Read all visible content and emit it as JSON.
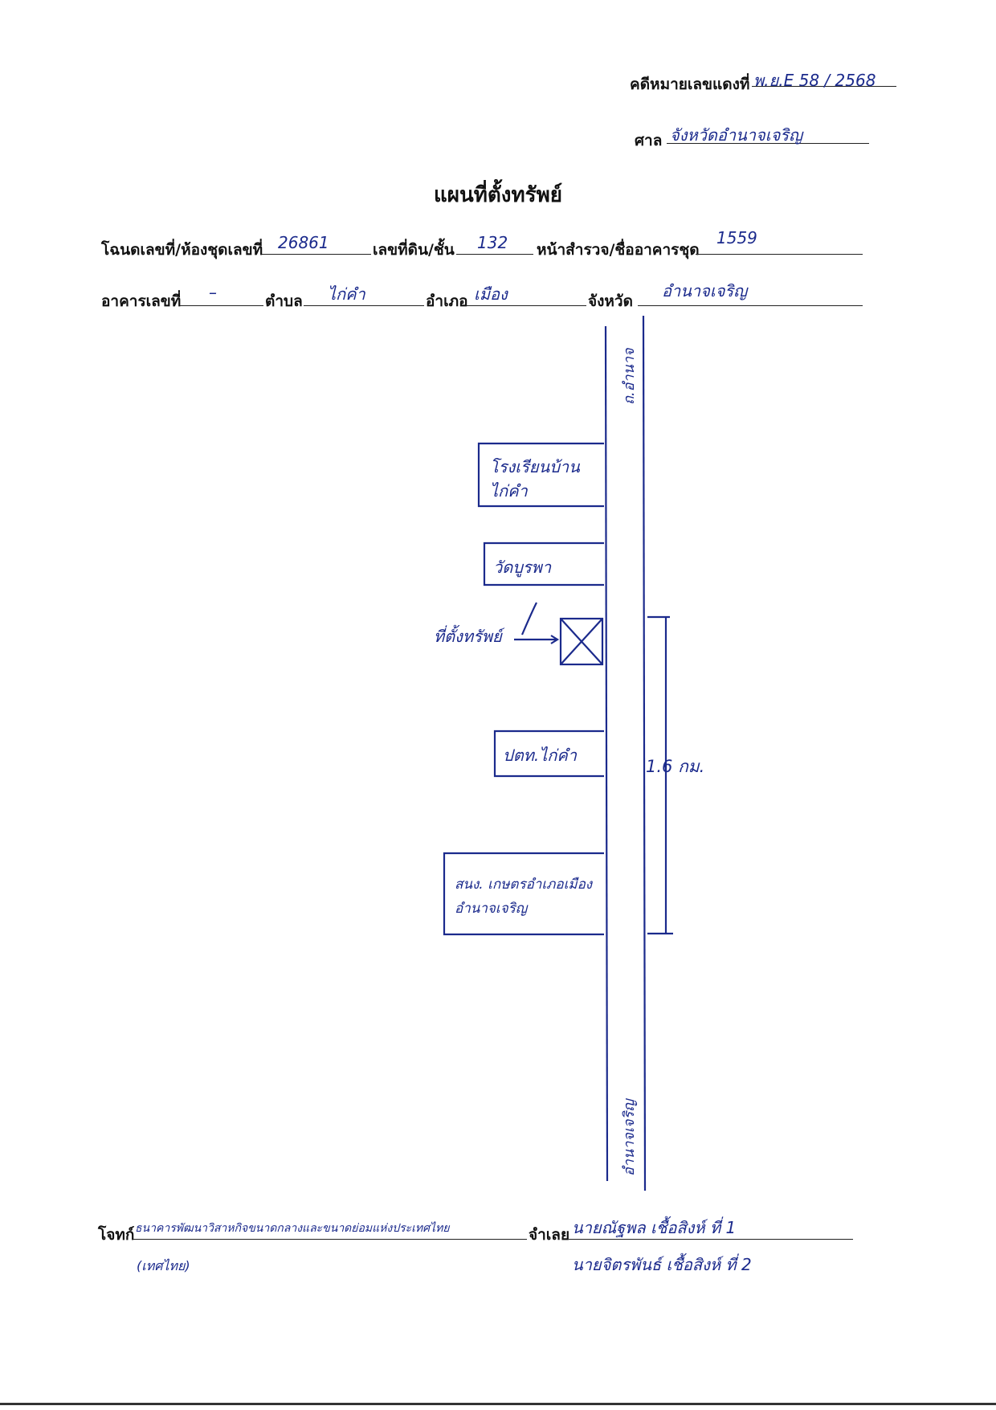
{
  "header": {
    "case_label": "คดีหมายเลขแดงที่",
    "case_number": "พ.ย.E 58 / 2568",
    "court_label": "ศาล",
    "court_name": "จังหวัดอำนาจเจริญ"
  },
  "title": "แผนที่ตั้งทรัพย์",
  "form": {
    "deed_label": "โฉนดเลขที่/ห้องชุดเลขที่",
    "deed_value": "26861",
    "land_no_label": "เลขที่ดิน/ชั้น",
    "land_no_value": "132",
    "survey_page_label": "หน้าสำรวจ/ชื่ออาคารชุด",
    "survey_page_value": "1559",
    "building_no_label": "อาคารเลขที่",
    "building_no_value": "–",
    "subdistrict_label": "ตำบล",
    "subdistrict_value": "ไก่คำ",
    "district_label": "อำเภอ",
    "district_value": "เมือง",
    "province_label": "จังหวัด",
    "province_value": "อำนาจเจริญ"
  },
  "map": {
    "road_top_label": "ถ.อำนาจ",
    "road_bottom_label": "อำนาจเจริญ",
    "landmarks": [
      {
        "name": "โรงเรียนบ้าน ไก่คำ"
      },
      {
        "name": "วัดบูรพา"
      },
      {
        "name": "ปตท.ไก่คำ"
      },
      {
        "name": "สนง. เกษตรอำเภอเมืองอำนาจเจริญ"
      }
    ],
    "property_label": "ที่ตั้งทรัพย์",
    "distance_label": "1.6 กม."
  },
  "footer": {
    "plaintiff_label": "โจทก์",
    "plaintiff_value": "ธนาคารพัฒนาวิสาหกิจขนาดกลางและขนาดย่อมแห่งประเทศไทย",
    "plaintiff_value_cont": "(เทศไทย)",
    "defendant_label": "จำเลย",
    "defendant_1": "นายณัฐพล เชื้อสิงห์ ที่ 1",
    "defendant_2": "นายจิตรพันธ์ เชื้อสิงห์ ที่ 2"
  },
  "colors": {
    "ink": "#1b2a8c",
    "print": "#111111"
  }
}
